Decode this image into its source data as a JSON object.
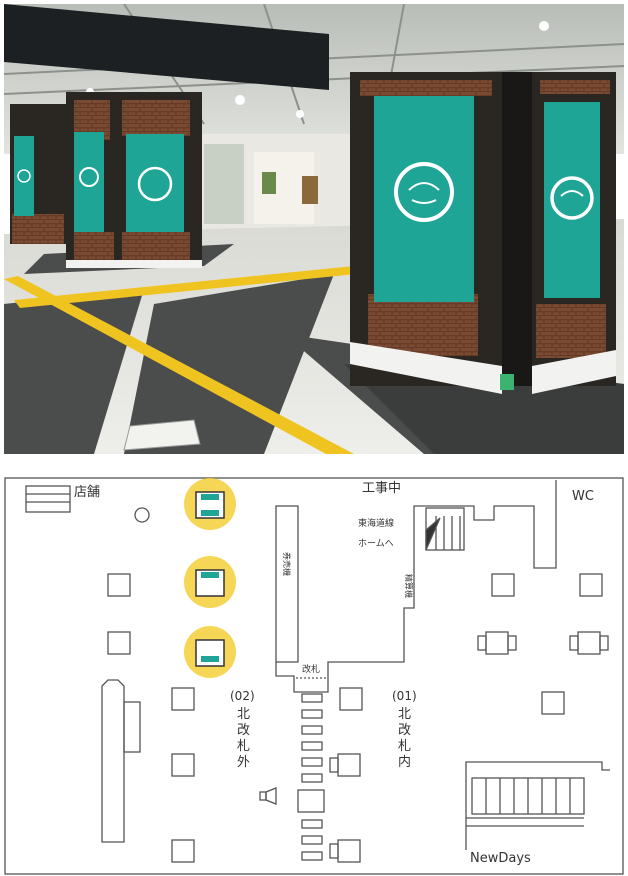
{
  "photo": {
    "signage_screens": 5,
    "colors": {
      "screen": "#1fa596",
      "pillar": "#2a2622",
      "brick": "#7a4a32",
      "floor": "#e3e3dd",
      "tactile_paving": "#f0c420",
      "ceiling": "#c9ccc7"
    }
  },
  "map": {
    "labels": {
      "shop": "店舗",
      "construction": "工事中",
      "wc": "WC",
      "tokaido_line": "東海道線",
      "to_platform": "ホームへ",
      "ticket_gate": "改札",
      "staff_room": "券売機",
      "fare_adjust": "精算機",
      "gate_02_num": "(02)",
      "gate_02_name": [
        "北",
        "改",
        "札",
        "外"
      ],
      "gate_01_num": "(01)",
      "gate_01_name": [
        "北",
        "改",
        "札",
        "内"
      ],
      "newdays": "NewDays"
    },
    "highlight_color": "#f5cf3a",
    "pillar_fill": "#1fa596"
  }
}
